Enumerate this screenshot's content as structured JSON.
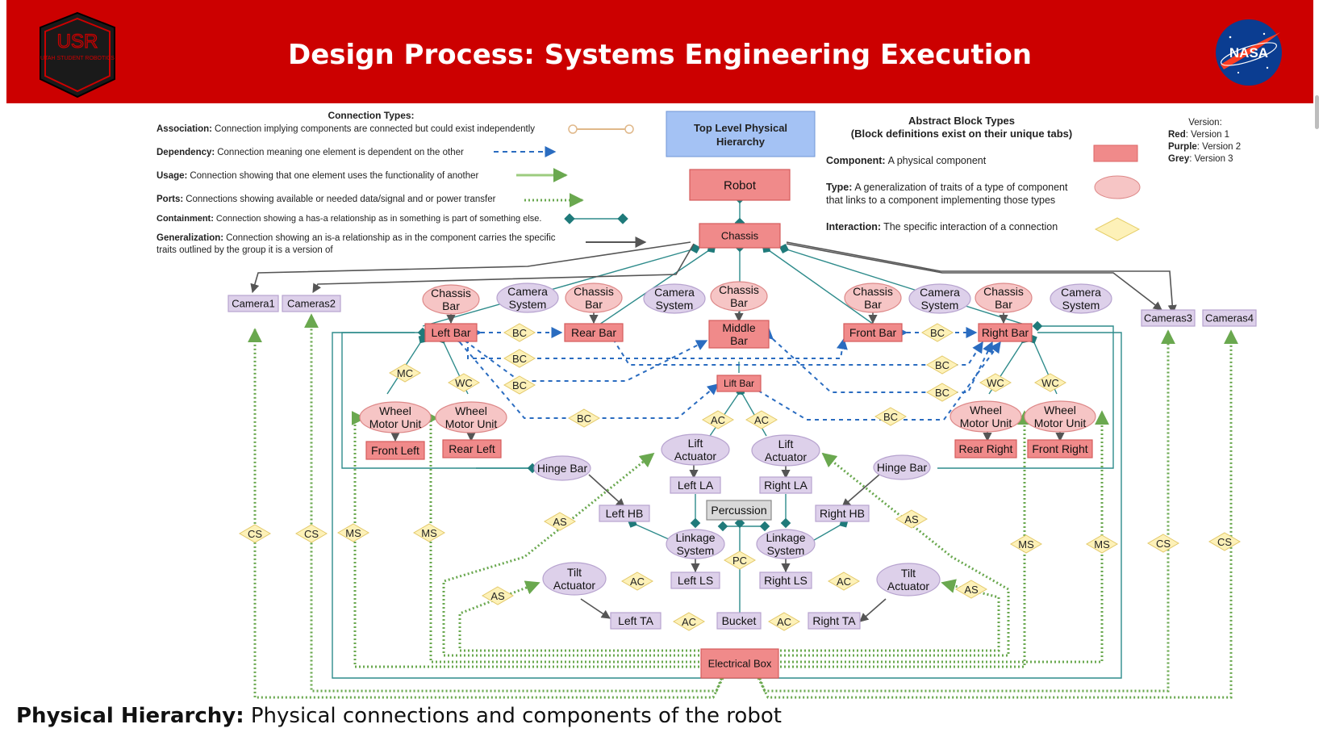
{
  "header": {
    "title": "Design Process: Systems Engineering Execution",
    "logo_left": {
      "text": "USR",
      "subtext": "UTAH STUDENT ROBOTICS",
      "icon": "usr-logo-icon"
    },
    "logo_right": {
      "text": "NASA",
      "icon": "nasa-meatball-icon"
    },
    "color": "#cc0000"
  },
  "legend_connections": {
    "heading": "Connection Types:",
    "items": [
      {
        "term": "Association:",
        "desc": "Connection implying components are connected but could exist independently"
      },
      {
        "term": "Dependency:",
        "desc": "Connection meaning one element is dependent on the other"
      },
      {
        "term": "Usage:",
        "desc": "Connection showing that one element uses the functionality of another"
      },
      {
        "term": "Ports:",
        "desc": "Connections showing available or needed data/signal and or power transfer"
      },
      {
        "term": "Containment:",
        "desc": "Connection showing a has-a relationship as in something is part of something else."
      },
      {
        "term": "Generalization:",
        "desc": "Connection showing an is-a relationship as in the component carries the specific",
        "desc2": "traits outlined by the group it is a version of"
      }
    ]
  },
  "top_level": {
    "line1": "Top Level Physical",
    "line2": "Hierarchy"
  },
  "legend_blocks": {
    "heading1": "Abstract Block Types",
    "heading2": "(Block definitions exist on their unique tabs)",
    "items": [
      {
        "term": "Component:",
        "desc": "A physical component"
      },
      {
        "term": "Type:",
        "desc": "A generalization of traits of a type of component",
        "desc2": "that links to a component implementing those types"
      },
      {
        "term": "Interaction:",
        "desc": "The specific interaction of a connection"
      }
    ]
  },
  "version": {
    "heading": "Version:",
    "items": [
      {
        "term": "Red",
        "desc": ": Version 1"
      },
      {
        "term": "Purple",
        "desc": ": Version 2"
      },
      {
        "term": "Grey",
        "desc": ": Version 3"
      }
    ]
  },
  "colors": {
    "component_fill": "#f08a8a",
    "type_fill": "#f6c5c5",
    "purple_fill": "#ddd0ea",
    "grey_fill": "#d9d9d9",
    "interaction_fill": "#fdf1b8",
    "dependency": "#2a6cc0",
    "ports": "#6aa84f",
    "containment": "#2e8b8b",
    "generalization": "#555555"
  },
  "nodes": {
    "robot": "Robot",
    "chassis": "Chassis",
    "camera1": "Camera1",
    "cameras2": "Cameras2",
    "cameras3": "Cameras3",
    "cameras4": "Cameras4",
    "cb1": [
      "Chassis",
      "Bar"
    ],
    "cs1": [
      "Camera",
      "System"
    ],
    "cb2": [
      "Chassis",
      "Bar"
    ],
    "cs2": [
      "Camera",
      "System"
    ],
    "cb3": [
      "Chassis",
      "Bar"
    ],
    "cb4": [
      "Chassis",
      "Bar"
    ],
    "cs3": [
      "Camera",
      "System"
    ],
    "cb5": [
      "Chassis",
      "Bar"
    ],
    "cs4": [
      "Camera",
      "System"
    ],
    "left_bar": "Left Bar",
    "rear_bar": "Rear Bar",
    "middle_bar": [
      "Middle",
      "Bar"
    ],
    "front_bar": "Front Bar",
    "right_bar": "Right Bar",
    "lift_bar": "Lift Bar",
    "wmu1": [
      "Wheel",
      "Motor Unit"
    ],
    "wmu2": [
      "Wheel",
      "Motor Unit"
    ],
    "wmu3": [
      "Wheel",
      "Motor Unit"
    ],
    "wmu4": [
      "Wheel",
      "Motor Unit"
    ],
    "front_left": "Front Left",
    "rear_left": "Rear Left",
    "rear_right": "Rear Right",
    "front_right": "Front Right",
    "hinge_left": "Hinge Bar",
    "hinge_right": "Hinge Bar",
    "la1": [
      "Lift",
      "Actuator"
    ],
    "la2": [
      "Lift",
      "Actuator"
    ],
    "left_la": "Left LA",
    "right_la": "Right LA",
    "left_hb": "Left HB",
    "right_hb": "Right HB",
    "percussion": "Percussion",
    "ls1": [
      "Linkage",
      "System"
    ],
    "ls2": [
      "Linkage",
      "System"
    ],
    "left_ls": "Left LS",
    "right_ls": "Right LS",
    "ta1": [
      "Tilt",
      "Actuator"
    ],
    "ta2": [
      "Tilt",
      "Actuator"
    ],
    "left_ta": "Left TA",
    "right_ta": "Right TA",
    "bucket": "Bucket",
    "electrical_box": "Electrical Box"
  },
  "interactions": [
    {
      "id": "bc1",
      "label": "BC"
    },
    {
      "id": "bc2",
      "label": "BC"
    },
    {
      "id": "bc3",
      "label": "BC"
    },
    {
      "id": "bc4",
      "label": "BC"
    },
    {
      "id": "bc5",
      "label": "BC"
    },
    {
      "id": "bc6",
      "label": "BC"
    },
    {
      "id": "bc7",
      "label": "BC"
    },
    {
      "id": "bc8",
      "label": "BC"
    },
    {
      "id": "mc",
      "label": "MC"
    },
    {
      "id": "wc1",
      "label": "WC"
    },
    {
      "id": "wc2",
      "label": "WC"
    },
    {
      "id": "wc3",
      "label": "WC"
    },
    {
      "id": "ac1",
      "label": "AC"
    },
    {
      "id": "ac2",
      "label": "AC"
    },
    {
      "id": "ac3",
      "label": "AC"
    },
    {
      "id": "ac4",
      "label": "AC"
    },
    {
      "id": "ac5",
      "label": "AC"
    },
    {
      "id": "ac6",
      "label": "AC"
    },
    {
      "id": "pc",
      "label": "PC"
    },
    {
      "id": "as1",
      "label": "AS"
    },
    {
      "id": "as2",
      "label": "AS"
    },
    {
      "id": "as3",
      "label": "AS"
    },
    {
      "id": "as4",
      "label": "AS"
    },
    {
      "id": "cs1",
      "label": "CS"
    },
    {
      "id": "cs2",
      "label": "CS"
    },
    {
      "id": "cs3",
      "label": "CS"
    },
    {
      "id": "cs4",
      "label": "CS"
    },
    {
      "id": "ms1",
      "label": "MS"
    },
    {
      "id": "ms2",
      "label": "MS"
    },
    {
      "id": "ms3",
      "label": "MS"
    },
    {
      "id": "ms4",
      "label": "MS"
    }
  ],
  "caption": {
    "bold": "Physical Hierarchy:",
    "text": " Physical connections and components of the robot"
  }
}
